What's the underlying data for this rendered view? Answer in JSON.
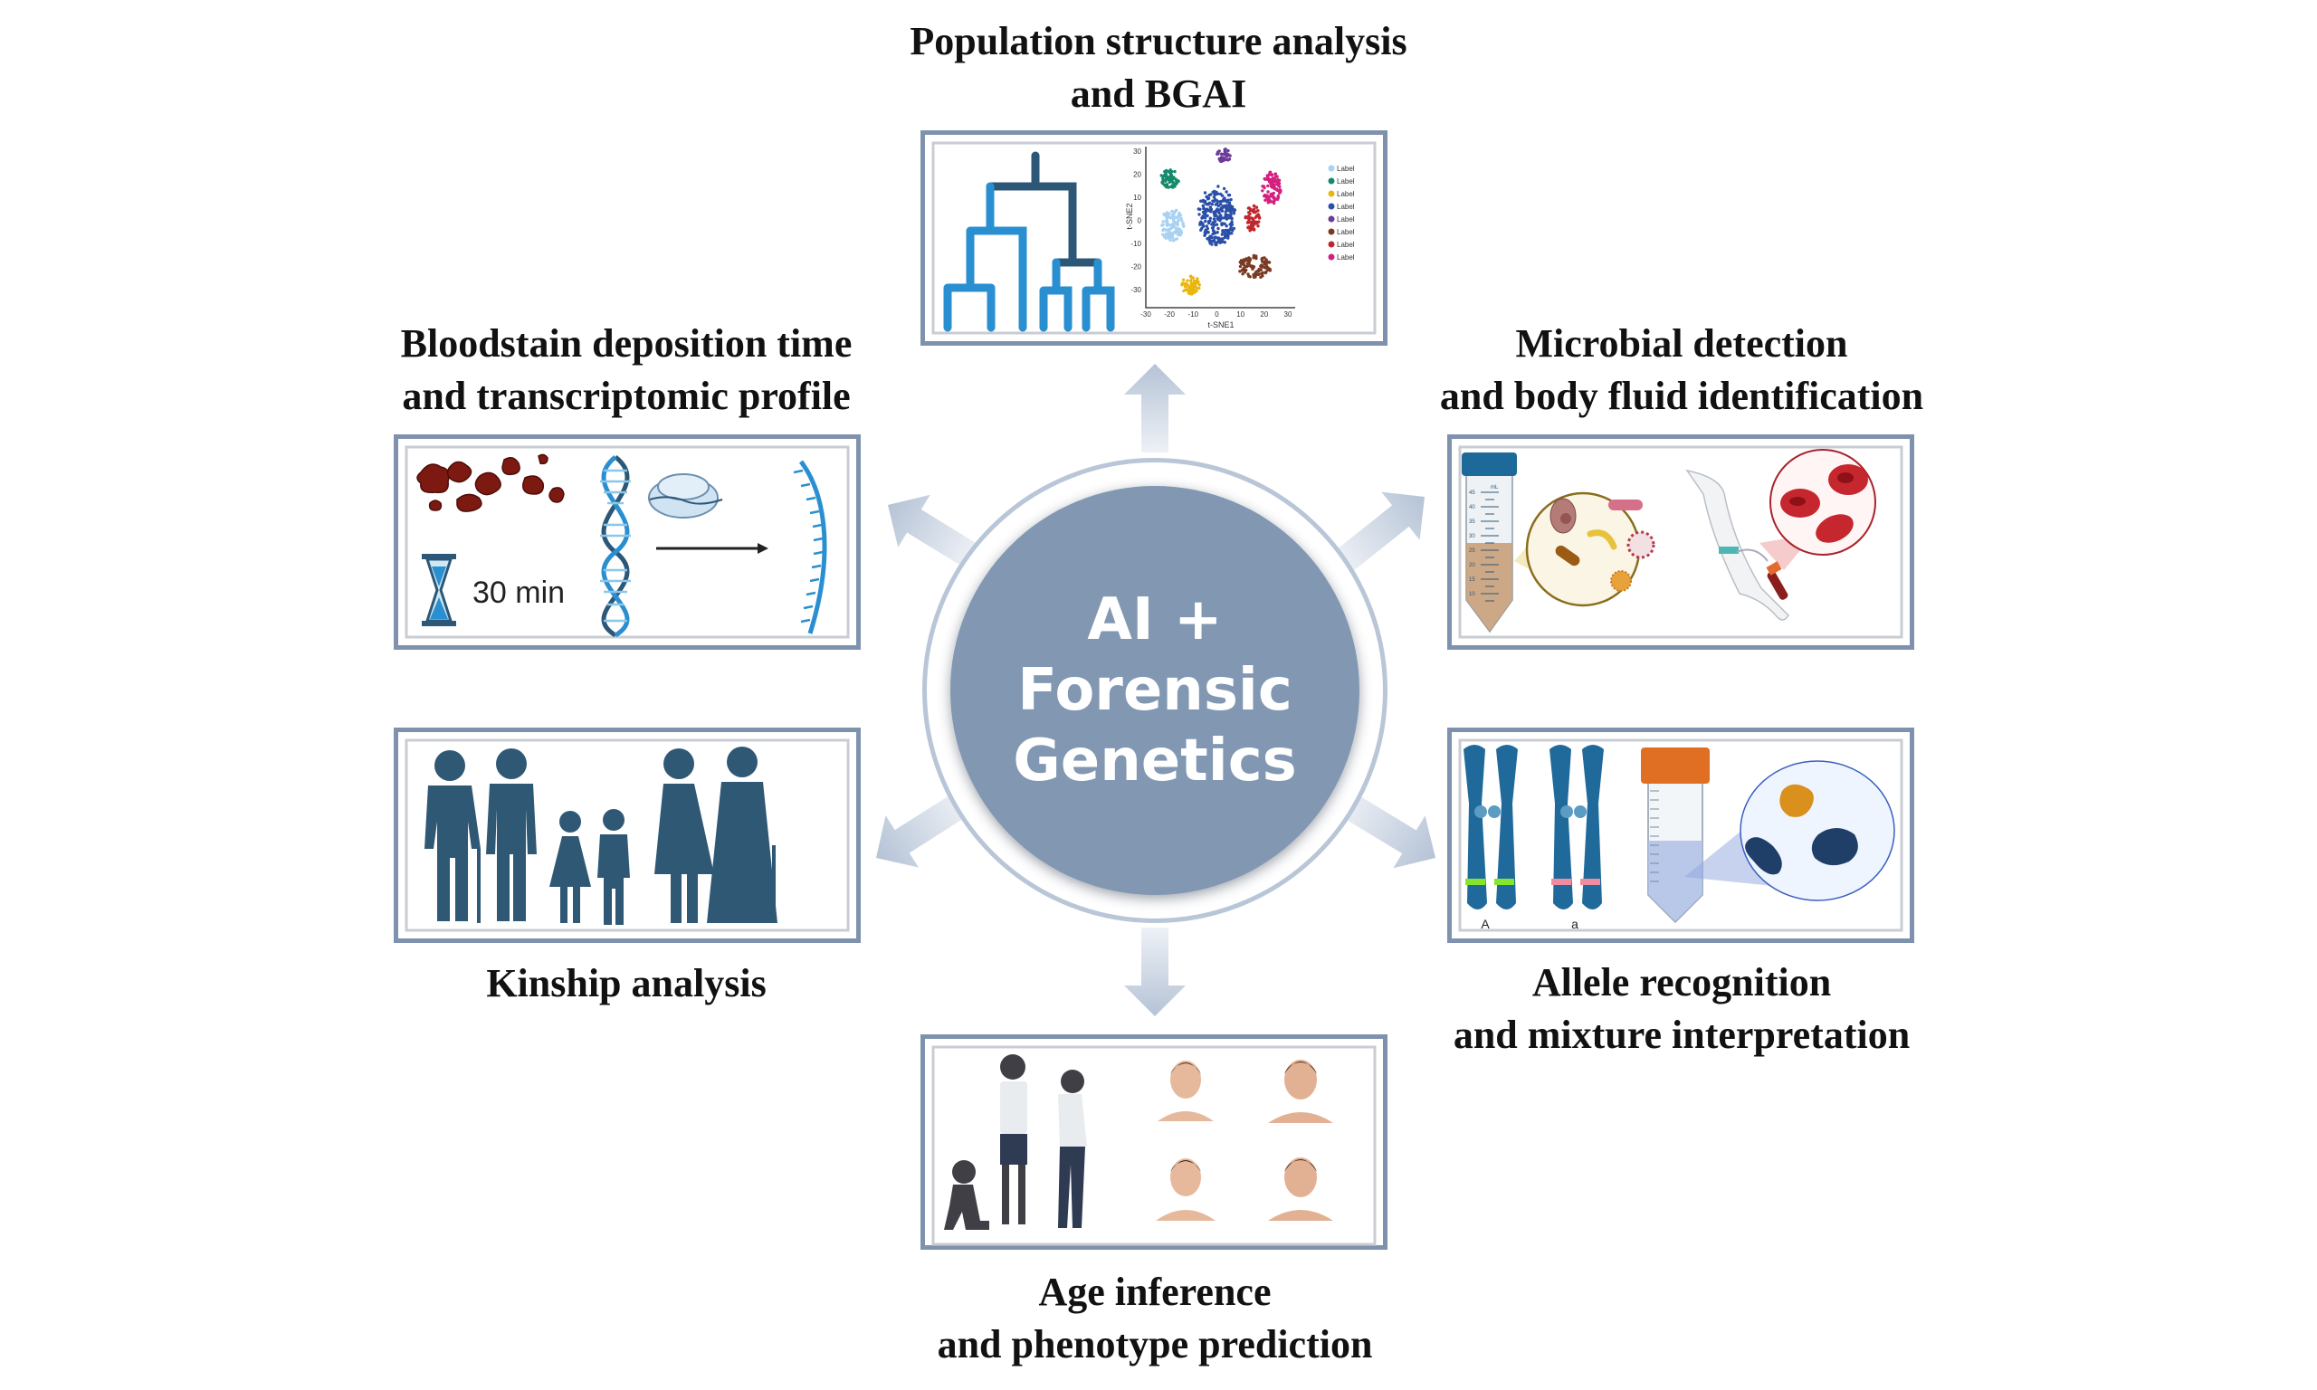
{
  "center": {
    "lines": [
      "AI +",
      "Forensic",
      "Genetics"
    ]
  },
  "topics": {
    "population": {
      "line1": "Population structure analysis",
      "line2": "and BGAI"
    },
    "bloodstain": {
      "line1": "Bloodstain deposition time",
      "line2": "and transcriptomic profile"
    },
    "microbial": {
      "line1": "Microbial detection",
      "line2": "and body fluid identification"
    },
    "kinship": {
      "line1": "Kinship analysis"
    },
    "allele": {
      "line1": "Allele recognition",
      "line2": "and mixture interpretation"
    },
    "age": {
      "line1": "Age inference",
      "line2": "and phenotype prediction"
    }
  },
  "tsne": {
    "xlabel": "t-SNE1",
    "ylabel": "t-SNE2",
    "xticks": [
      "-30",
      "-20",
      "-10",
      "0",
      "10",
      "20",
      "30"
    ],
    "yticks": [
      "30",
      "20",
      "10",
      "0",
      "-10",
      "-20",
      "-30"
    ],
    "legend": [
      "Label",
      "Label",
      "Label",
      "Label",
      "Label",
      "Label",
      "Label",
      "Label"
    ],
    "colors": [
      "#a9d2f2",
      "#138a6c",
      "#e9b60c",
      "#2b4fa8",
      "#6b3a9a",
      "#7a3a22",
      "#c0262c",
      "#d3207f"
    ]
  },
  "bloodstain_panel": {
    "time_label": "30 min"
  },
  "tube_scale": {
    "unit": "mL",
    "marks": [
      "45",
      "40",
      "35",
      "30",
      "25",
      "20",
      "15",
      "10"
    ]
  },
  "allele_panel": {
    "allele_1": "A",
    "allele_2": "a"
  }
}
